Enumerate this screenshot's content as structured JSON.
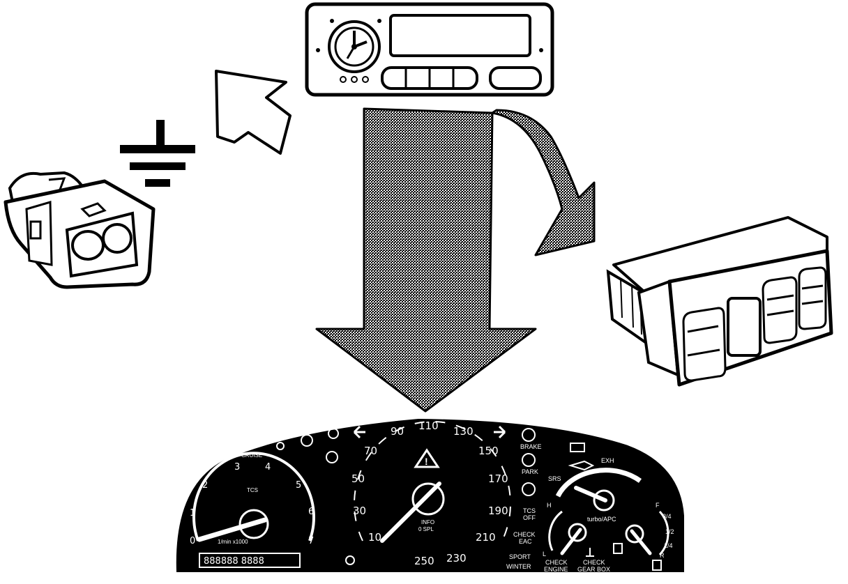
{
  "colors": {
    "ink": "#000000",
    "paper": "#ffffff",
    "arrow_fill": "#6e6e6e"
  },
  "components": {
    "icons": [
      "ground-symbol-icon",
      "connector-plug-icon",
      "climate-control-panel-icon",
      "info-control-unit-icon",
      "instrument-cluster-icon"
    ]
  },
  "cluster": {
    "tachometer": {
      "ticks": [
        "0",
        "1",
        "2",
        "3",
        "4",
        "5",
        "6",
        "7"
      ],
      "top_label": "TCS",
      "unit_label": "1/min x1000",
      "cruise_label": "CRUISE",
      "odometer": "888888 8888"
    },
    "speedometer": {
      "ticks": [
        "10",
        "30",
        "50",
        "70",
        "90",
        "110",
        "130",
        "150",
        "170",
        "190",
        "210",
        "230",
        "250"
      ],
      "center_label_1": "INFO",
      "center_label_2": "0 SPL"
    },
    "warning_labels": {
      "brake": "BRAKE",
      "park": "PARK",
      "tcs_off_1": "TCS",
      "tcs_off_2": "OFF",
      "check_eac_1": "CHECK",
      "check_eac_2": "EAC",
      "sport": "SPORT",
      "winter": "WINTER",
      "srs": "SRS",
      "exh": "EXH"
    },
    "right_gauges": {
      "turbo_label": "turbo/APC",
      "temp_h": "H",
      "temp_l": "L",
      "fuel_f": "F",
      "fuel_r": "R",
      "fuel_3q": "3/4",
      "fuel_half": "1/2",
      "fuel_1q": "1/4",
      "check_engine_1": "CHECK",
      "check_engine_2": "ENGINE",
      "check_gearbox_1": "CHECK",
      "check_gearbox_2": "GEAR BOX"
    }
  }
}
